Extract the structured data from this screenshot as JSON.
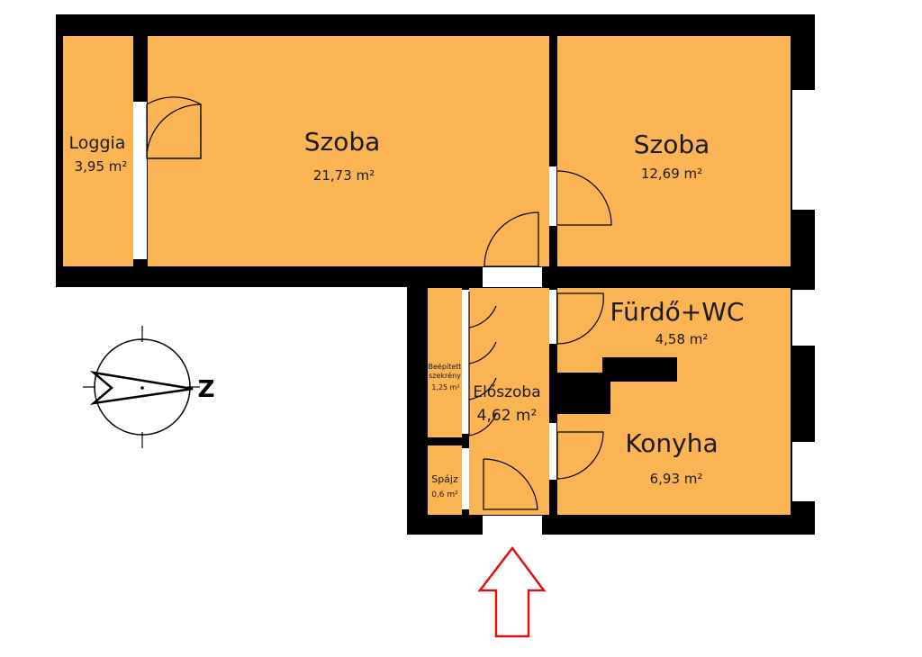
{
  "colors": {
    "wall": "#000000",
    "floor": "#fbb454",
    "window": "#ffffff",
    "door_line": "#000000",
    "entrance_arrow": "#e01010"
  },
  "rooms": {
    "loggia": {
      "name": "Loggia",
      "area": "3,95 m²"
    },
    "szoba1": {
      "name": "Szoba",
      "area": "21,73 m²"
    },
    "szoba2": {
      "name": "Szoba",
      "area": "12,69 m²"
    },
    "furdo": {
      "name": "Fürdő+WC",
      "area": "4,58 m²"
    },
    "beepitett": {
      "name_line1": "Beépített",
      "name_line2": "szekrény",
      "area": "1,25 m²"
    },
    "eloszoba": {
      "name": "Előszoba",
      "area": "4,62 m²"
    },
    "konyha": {
      "name": "Konyha",
      "area": "6,93 m²"
    },
    "spajz": {
      "name": "Spájz",
      "area": "0,6 m²"
    }
  },
  "compass": {
    "label": "Z",
    "icon": "north-arrow-compass-icon"
  },
  "entrance": {
    "icon": "entrance-arrow-icon"
  }
}
